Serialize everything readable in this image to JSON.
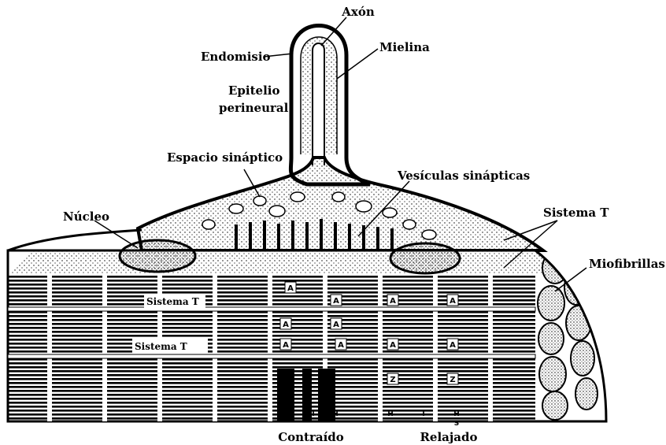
{
  "labels": {
    "axon": "Axón",
    "endomysium": "Endomisio",
    "myelin": "Mielina",
    "perineural_epithelium_1": "Epitelio",
    "perineural_epithelium_2": "perineural",
    "synaptic_space": "Espacio sináptico",
    "synaptic_vesicles": "Vesículas sinápticas",
    "nucleus": "Núcleo",
    "t_system_right": "Sistema T",
    "myofibrils": "Miofibrillas",
    "t_system_left_upper": "Sistema T",
    "t_system_left_lower": "Sistema T",
    "contracted": "Contraído",
    "relaxed": "Relajado"
  },
  "band_letters": [
    "A",
    "A",
    "A",
    "A",
    "A",
    "A",
    "A",
    "A",
    "A",
    "A",
    "Z",
    "Z"
  ],
  "sarcomere_ticks": [
    "H",
    "I",
    "H",
    "H",
    "I",
    "H",
    "S"
  ],
  "colors": {
    "ink": "#000000",
    "paper": "#ffffff"
  }
}
